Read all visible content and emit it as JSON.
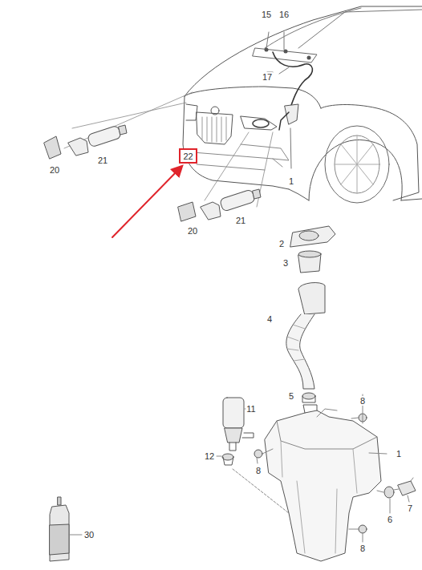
{
  "diagram": {
    "nodes": [
      {
        "text": [
          "22"
        ]
      }
    ],
    "labels": [
      "15",
      "16",
      "17",
      "20",
      "21",
      "1",
      "20",
      "21",
      "2",
      "3",
      "4",
      "5",
      "8",
      "11",
      "1",
      "12",
      "8",
      "7",
      "6",
      "8",
      "30"
    ]
  }
}
